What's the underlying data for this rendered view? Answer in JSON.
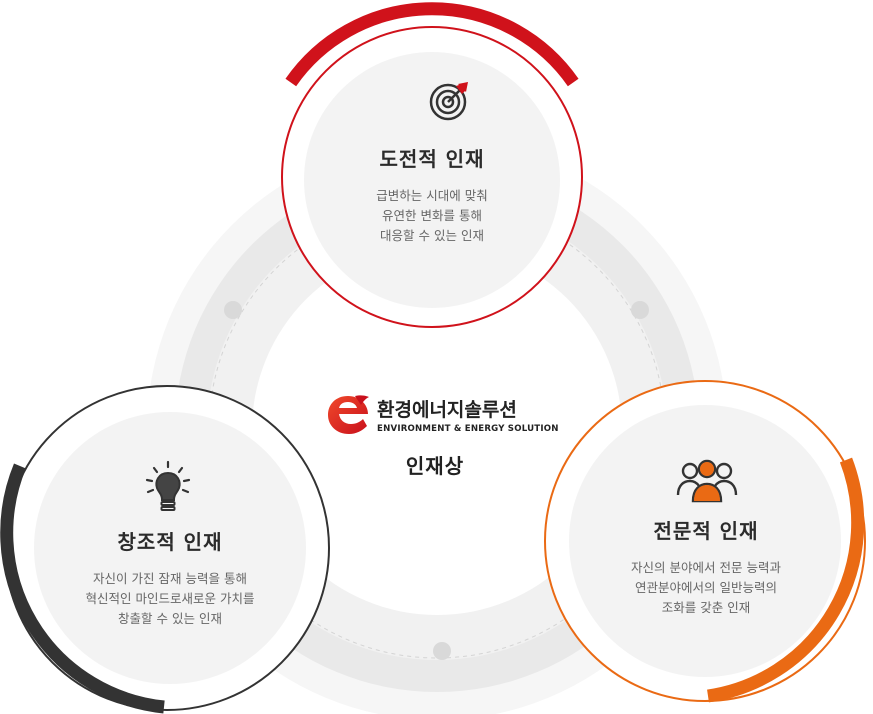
{
  "center": {
    "brand_name": "환경에너지솔루션",
    "brand_sub": "ENVIRONMENT & ENERGY SOLUTION",
    "caption": "인재상"
  },
  "cards": [
    {
      "key": "challenge",
      "title": "도전적 인재",
      "desc": [
        "급변하는 시대에 맞춰",
        "유연한 변화를 통해",
        "대응할 수 있는 인재"
      ],
      "icon": "target-icon",
      "color": "#d0121b"
    },
    {
      "key": "creative",
      "title": "창조적 인재",
      "desc": [
        "자신이 가진 잠재 능력을 통해",
        "혁신적인 마인드로새로운 가치를",
        "창출할 수 있는 인재"
      ],
      "icon": "lightbulb-icon",
      "color": "#333333"
    },
    {
      "key": "expert",
      "title": "전문적 인재",
      "desc": [
        "자신의 분야에서 전문 능력과",
        "연관분야에서의 일반능력의",
        "조화를 갖춘 인재"
      ],
      "icon": "team-icon",
      "color": "#ea6a14"
    }
  ]
}
